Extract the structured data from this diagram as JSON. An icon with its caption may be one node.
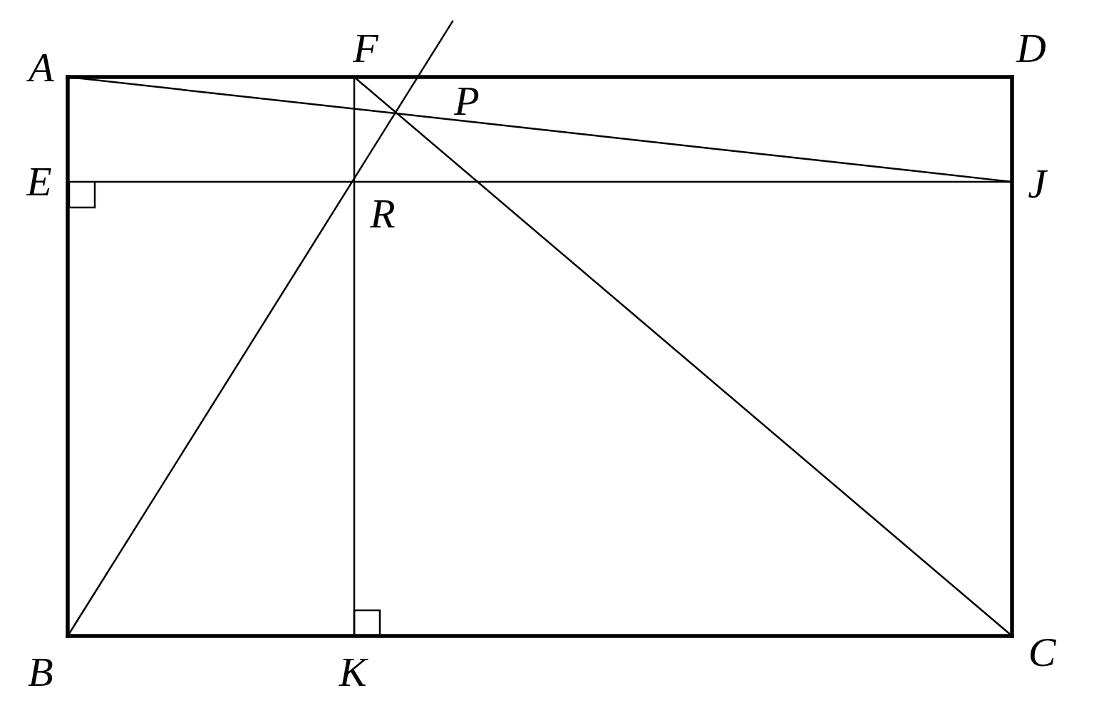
{
  "diagram": {
    "nodes": [
      {
        "text": [
          "A"
        ]
      },
      {
        "text": [
          "F"
        ]
      },
      {
        "text": [
          "D"
        ]
      },
      {
        "text": [
          "P"
        ]
      },
      {
        "text": [
          "E"
        ]
      },
      {
        "text": [
          "J"
        ]
      },
      {
        "text": [
          "R"
        ]
      },
      {
        "text": [
          "B"
        ]
      },
      {
        "text": [
          "K"
        ]
      },
      {
        "text": [
          "C"
        ]
      }
    ],
    "edges": [
      {
        "from": 0,
        "to": 2,
        "arrow": "none",
        "style": "thick"
      },
      {
        "from": 0,
        "to": 7,
        "arrow": "none",
        "style": "thick"
      },
      {
        "from": 2,
        "to": 9,
        "arrow": "none",
        "style": "thick"
      },
      {
        "from": 7,
        "to": 9,
        "arrow": "none",
        "style": "thick"
      },
      {
        "from": 4,
        "to": 5,
        "arrow": "none"
      },
      {
        "from": 1,
        "to": 8,
        "arrow": "none"
      },
      {
        "from": 0,
        "to": 5,
        "arrow": "none"
      },
      {
        "from": 1,
        "to": 9,
        "arrow": "none"
      },
      {
        "from": 7,
        "to": null,
        "arrow": "none"
      }
    ]
  }
}
